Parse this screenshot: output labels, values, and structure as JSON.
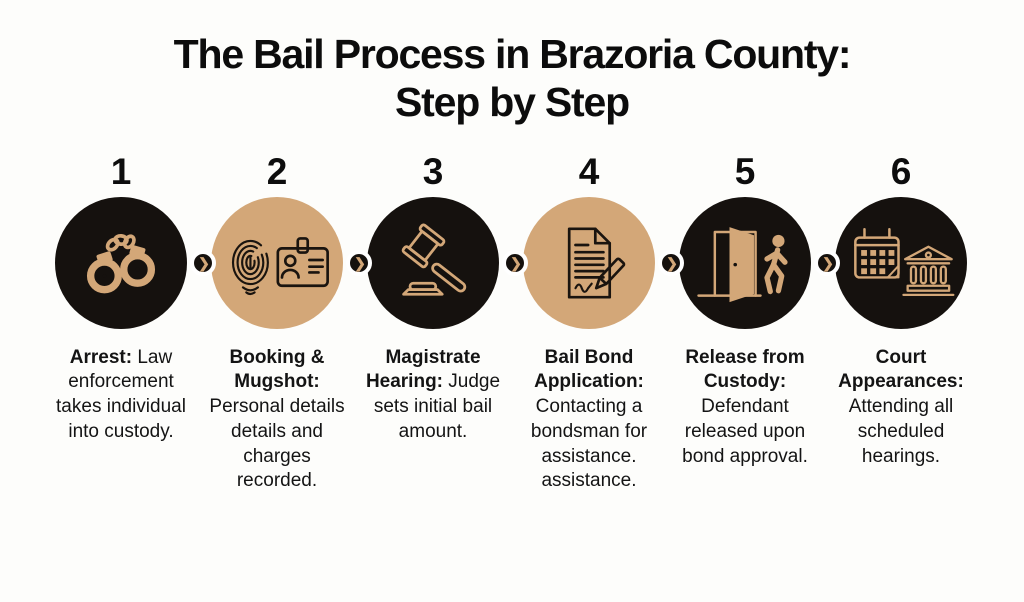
{
  "title": {
    "line1": "The Bail Process in Brazoria County:",
    "line2": "Step by Step"
  },
  "colors": {
    "background": "#fdfdfb",
    "circle_black": "#15110e",
    "accent_tan": "#d3a778",
    "icon_black": "#1a140f",
    "text": "#141414",
    "connector_ring": "#ffffff"
  },
  "connector_glyph": "❯",
  "steps": [
    {
      "number": "1",
      "variant": "black",
      "icon": "handcuffs-icon",
      "label_bold": "Arrest:",
      "label_rest": " Law enforcement takes individual into custody."
    },
    {
      "number": "2",
      "variant": "tan",
      "icon": "fingerprint-id-card-icon",
      "label_bold": "Booking & Mugshot:",
      "label_rest": " Personal details details and charges recorded."
    },
    {
      "number": "3",
      "variant": "black",
      "icon": "gavel-icon",
      "label_bold": "Magistrate Hearing:",
      "label_rest": " Judge sets initial bail amount."
    },
    {
      "number": "4",
      "variant": "tan",
      "icon": "document-pen-icon",
      "label_bold": "Bail Bond Application:",
      "label_rest": " Contacting a bondsman for assistance. assistance."
    },
    {
      "number": "5",
      "variant": "black",
      "icon": "door-walking-person-icon",
      "label_bold": "Release from Custody:",
      "label_rest": " Defendant released upon bond approval."
    },
    {
      "number": "6",
      "variant": "black",
      "icon": "calendar-courthouse-icon",
      "label_bold": "Court Appearances:",
      "label_rest": " Attending all scheduled hearings."
    }
  ]
}
